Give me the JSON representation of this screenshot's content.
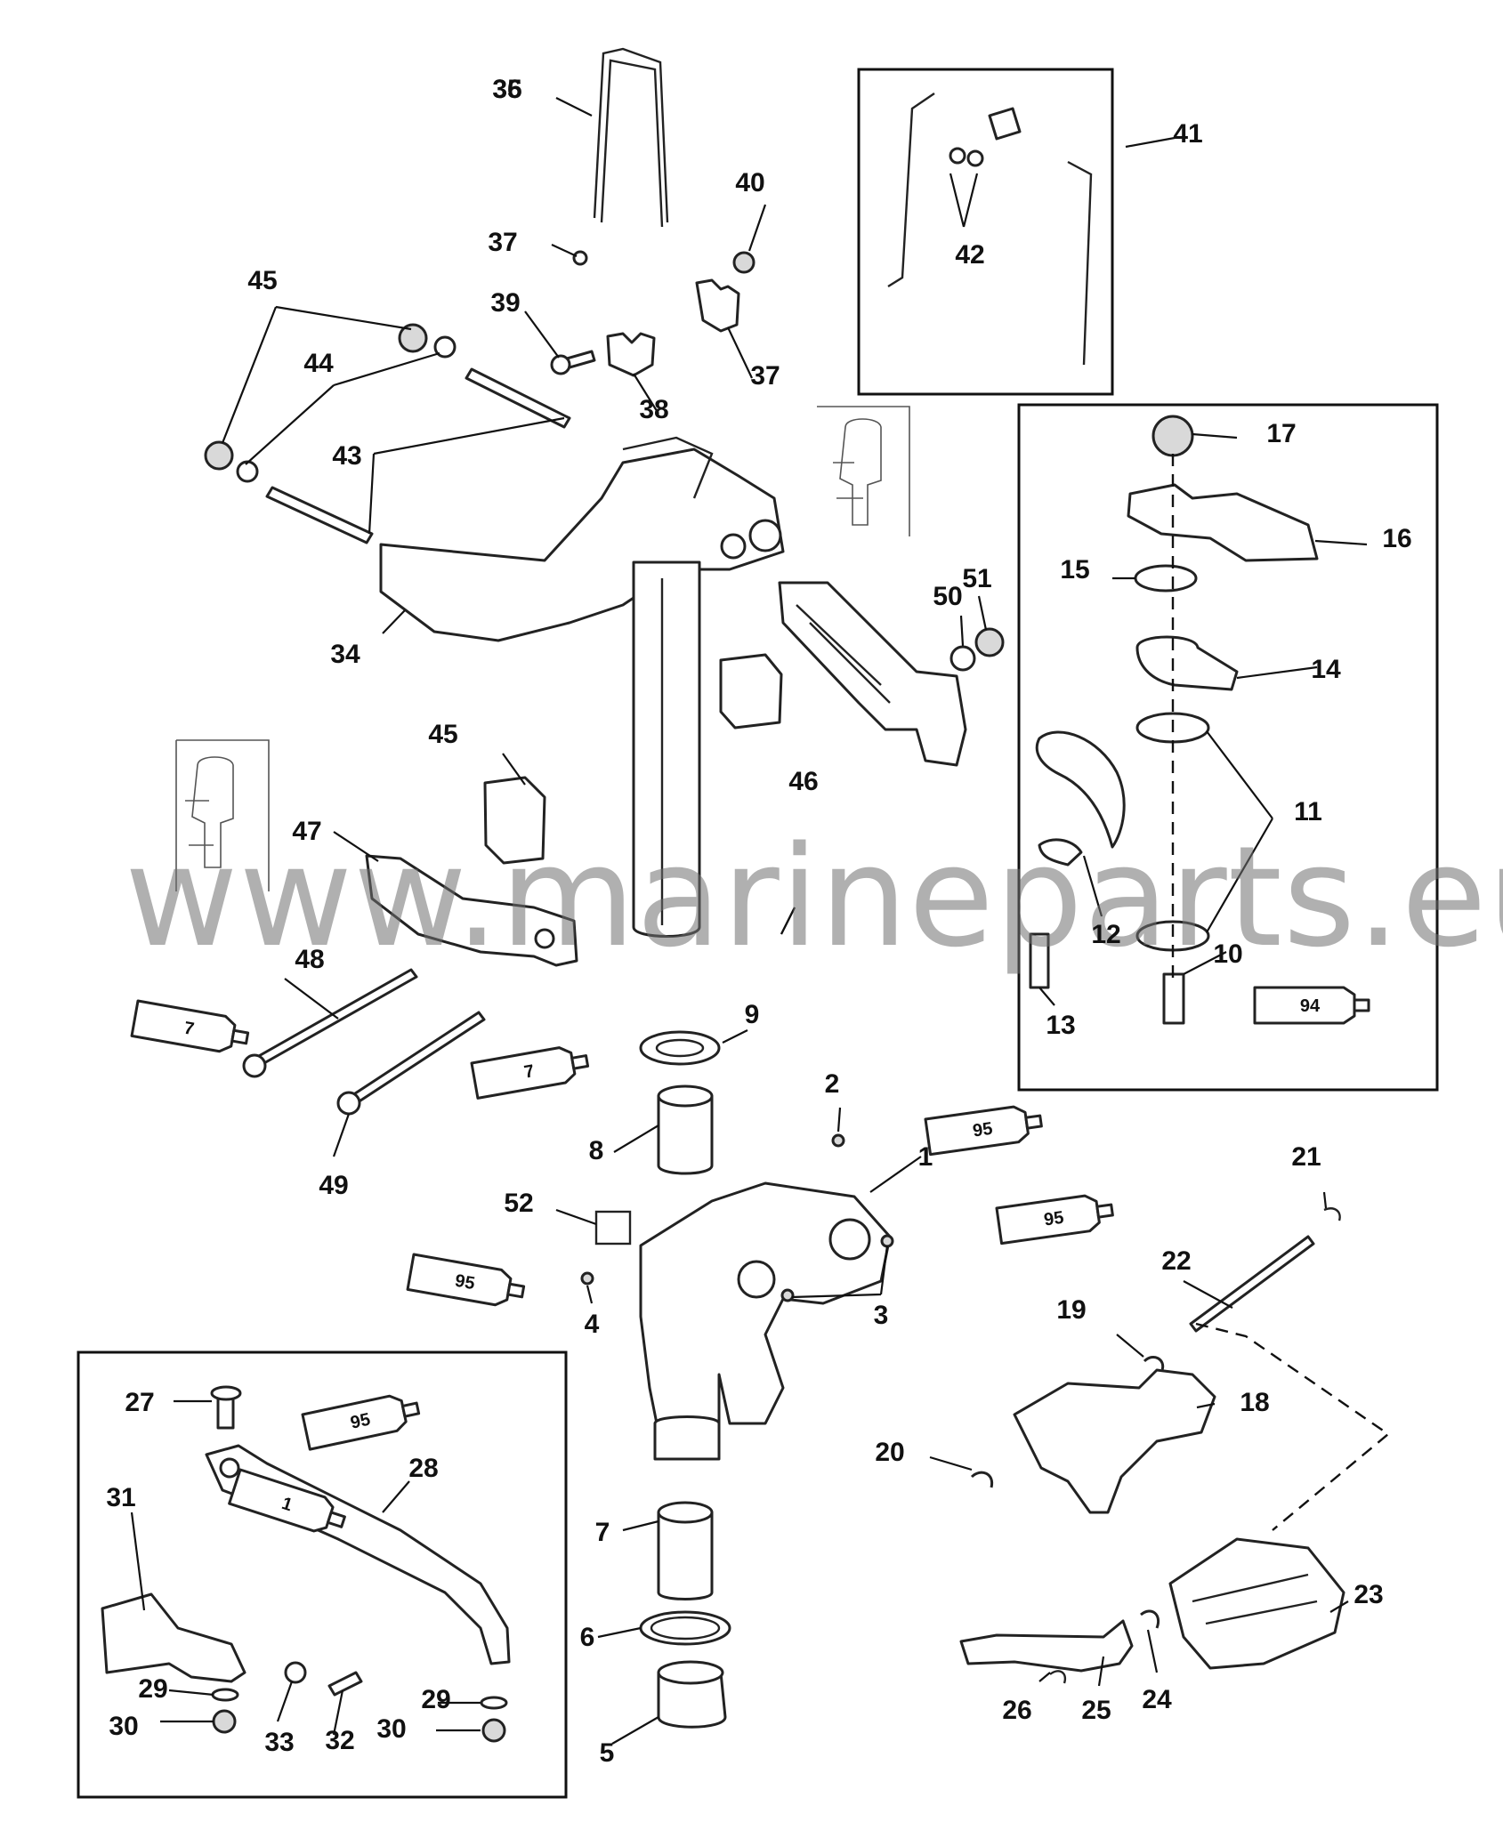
{
  "watermark": "www.marineparts.eu",
  "callouts": [
    "1",
    "2",
    "3",
    "4",
    "5",
    "6",
    "7",
    "8",
    "9",
    "10",
    "11",
    "12",
    "13",
    "14",
    "15",
    "16",
    "17",
    "18",
    "19",
    "20",
    "21",
    "22",
    "23",
    "24",
    "25",
    "26",
    "27",
    "28",
    "29",
    "29",
    "30",
    "30",
    "31",
    "32",
    "33",
    "34",
    "35",
    "36",
    "37",
    "37",
    "38",
    "39",
    "40",
    "41",
    "42",
    "43",
    "44",
    "45",
    "45",
    "46",
    "47",
    "48",
    "49",
    "50",
    "51",
    "52"
  ],
  "sealant_tubes": [
    "7",
    "7",
    "95",
    "95",
    "95",
    "95",
    "94",
    "1"
  ]
}
